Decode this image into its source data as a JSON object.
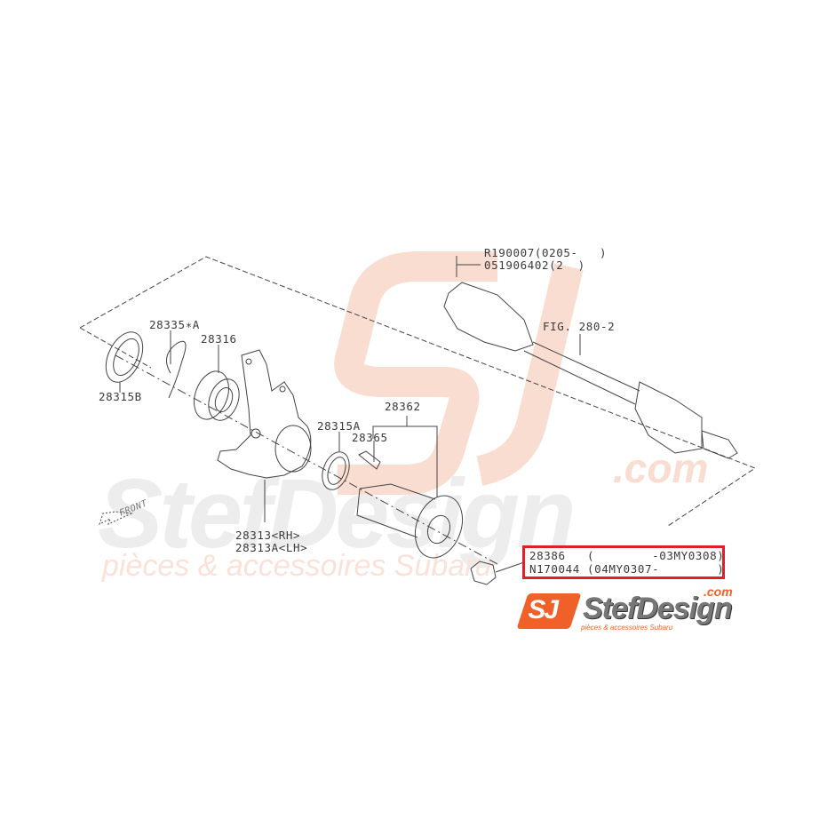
{
  "watermark": {
    "brand": "StefDesign",
    "domain_suffix": ".com",
    "tagline": "pièces & accessoires Subaru",
    "colors": {
      "orange": "#f8d2c4",
      "grey": "#ececec"
    }
  },
  "diagram": {
    "parts": [
      {
        "id": "28315B",
        "label": "28315B",
        "description": "seal"
      },
      {
        "id": "28335A",
        "label": "28335∗A",
        "description": "snap ring"
      },
      {
        "id": "28316",
        "label": "28316",
        "description": "bearing"
      },
      {
        "id": "28313",
        "label": "28313<RH>",
        "description": "housing / knuckle RH"
      },
      {
        "id": "28313A",
        "label": "28313A<LH>",
        "description": "housing / knuckle LH"
      },
      {
        "id": "28315A",
        "label": "28315A",
        "description": "seal"
      },
      {
        "id": "28365",
        "label": "28365",
        "description": "hub bolt"
      },
      {
        "id": "28362",
        "label": "28362",
        "description": "hub"
      },
      {
        "id": "fig2802",
        "label": "FIG. 280-2",
        "description": "drive shaft reference"
      }
    ],
    "boot_band": {
      "line1": "R190007(0205-   )",
      "line2": "051906402(2  )"
    },
    "front_arrow": "FRONT",
    "nut_callout": {
      "line1": "28386   (        -03MY0308)",
      "line2": "N170044 (04MY0307-        )",
      "highlight_color": "#e41e26"
    }
  },
  "logo": {
    "badge": "SJ",
    "name": "StefDesign",
    "suffix": ".com",
    "tagline": "pièces & accessoires Subaru",
    "accent": "#f0612a"
  }
}
